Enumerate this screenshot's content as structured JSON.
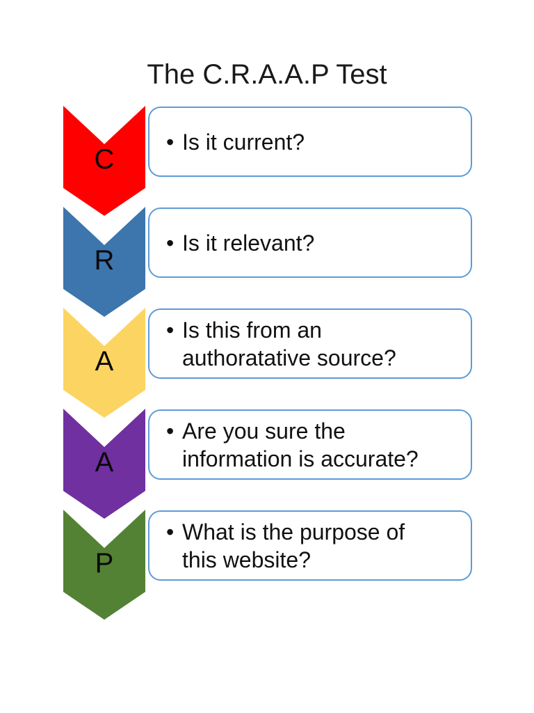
{
  "page": {
    "title": "The C.R.A.A.P Test",
    "background_color": "#ffffff",
    "box_border_color": "#5C9BD6",
    "text_color": "#111111"
  },
  "diagram": {
    "type": "vertical-chevron-list",
    "items": [
      {
        "letter": "C",
        "color": "#FE0000",
        "bullet": "•",
        "line1": "Is it current?",
        "line2": ""
      },
      {
        "letter": "R",
        "color": "#3D75AD",
        "bullet": "•",
        "line1": "Is it relevant?",
        "line2": ""
      },
      {
        "letter": "A",
        "color": "#FCD462",
        "bullet": "•",
        "line1": "Is this from an",
        "line2": "authoratative source?"
      },
      {
        "letter": "A",
        "color": "#7030A0",
        "bullet": "•",
        "line1": "Are you sure the",
        "line2": "information is accurate?"
      },
      {
        "letter": "P",
        "color": "#548235",
        "bullet": "•",
        "line1": "What is the purpose of",
        "line2": "this website?"
      }
    ]
  }
}
